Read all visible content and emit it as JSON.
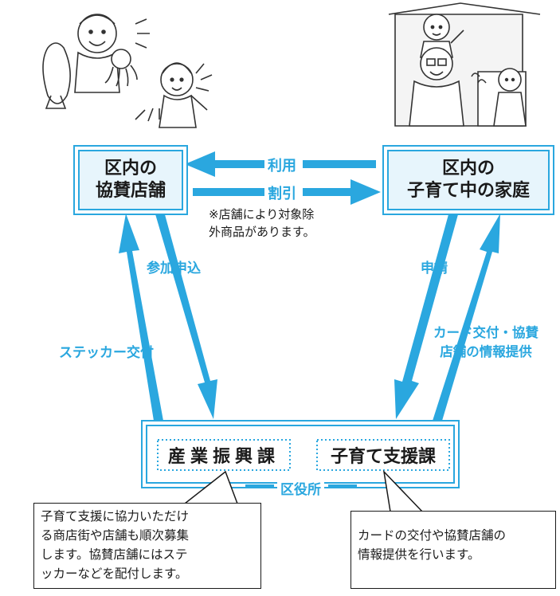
{
  "colors": {
    "accent": "#2aa7df",
    "fill": "#e7f5fc",
    "ink": "#1a1a1a"
  },
  "shops_box": {
    "lines": [
      "区内の",
      "協賛店舗"
    ]
  },
  "families_box": {
    "lines": [
      "区内の",
      "子育て中の家庭"
    ]
  },
  "arrows": {
    "use": "利用",
    "discount": "割引",
    "apply_participation": "参加申込",
    "sticker": "ステッカー交付",
    "application": "申請",
    "card_lines": [
      "カード交付・協賛",
      "店舗の情報提供"
    ]
  },
  "discount_note": [
    "※店舗により対象除",
    "外商品があります。"
  ],
  "ward_office": {
    "dept_industry": "産業振興課",
    "dept_childcare": "子育て支援課",
    "label": "区役所"
  },
  "callout_left": [
    "子育て支援に協力いただけ",
    "る商店街や店舗も順次募集",
    "します。協賛店舗にはステ",
    "ッカーなどを配付します。"
  ],
  "callout_right": [
    "カードの交付や協賛店舗の",
    "情報提供を行います。"
  ],
  "illustrations": {
    "shop_people": "shopkeepers-illustration",
    "family": "family-illustration"
  }
}
